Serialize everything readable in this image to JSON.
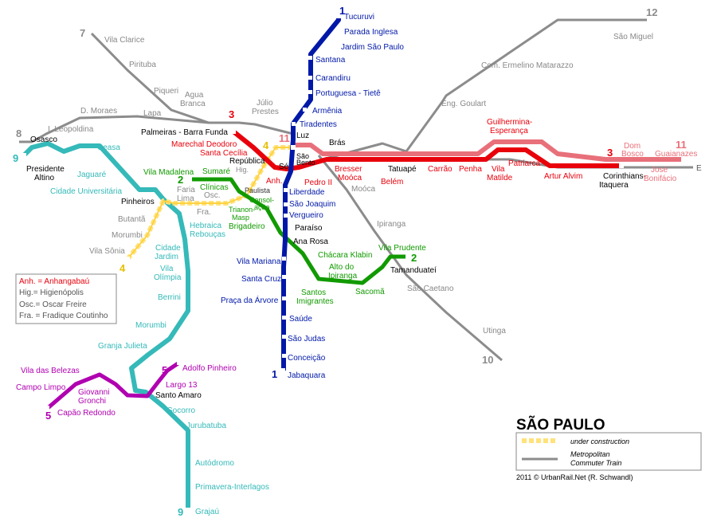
{
  "map": {
    "title": "SÃO PAULO",
    "credit": "2011 © UrbanRail.Net (R. Schwandl)",
    "legend": {
      "under_construction": "under construction",
      "commuter_train_1": "Metropolitan",
      "commuter_train_2": "Commuter Train"
    },
    "abbreviations": [
      "Anh. = Anhangabaú",
      "Hig.= Higienópolis",
      "Osc.= Oscar Freire",
      "Fra. = Fradique Coutinho"
    ],
    "colors": {
      "line1": "#0018a8",
      "line2": "#119a00",
      "line3": "#e8000b",
      "line4": "#ffe27a",
      "line5": "#b000b0",
      "line9": "#35b9b9",
      "line11": "#e8707a",
      "commuter": "#8c8c8c"
    },
    "line_numbers": {
      "l1_top": "1",
      "l1_bottom": "1",
      "l2_left": "2",
      "l2_right": "2",
      "l3_left": "3",
      "l3_right": "3",
      "l4_top": "4",
      "l4_bottom": "4",
      "l5_top": "5",
      "l5_bottom": "5",
      "l7": "7",
      "l8": "8",
      "l9_top": "9",
      "l9_bottom": "9",
      "l10": "10",
      "l11_top": "11",
      "l11_right": "11",
      "l12": "12",
      "east": "E"
    },
    "stations": {
      "tucuruvi": "Tucuruvi",
      "parada_inglesa": "Parada Inglesa",
      "jardim_sao_paulo": "Jardim São Paulo",
      "santana": "Santana",
      "carandiru": "Carandiru",
      "portuguesa": "Portuguesa - Tietê",
      "armenia": "Armênia",
      "tiradentes": "Tiradentes",
      "luz": "Luz",
      "sao_bento_1": "São",
      "sao_bento_2": "Bento",
      "se": "Sé",
      "liberdade": "Liberdade",
      "sao_joaquim": "São Joaquim",
      "vergueiro": "Vergueiro",
      "paraiso": "Paraíso",
      "ana_rosa": "Ana Rosa",
      "vila_mariana": "Vila Mariana",
      "santa_cruz": "Santa Cruz",
      "praca_arvore": "Praça da Árvore",
      "saude": "Saúde",
      "sao_judas": "São Judas",
      "conceicao": "Conceição",
      "jabaquara": "Jabaquara",
      "palmeiras": "Palmeiras - Barra Funda",
      "marechal": "Marechal Deodoro",
      "santa_cecilia": "Santa Cecília",
      "republica": "República",
      "anh": "Anh.",
      "pedro_ii": "Pedro II",
      "bras": "Brás",
      "bresser_1": "Bresser",
      "bresser_2": "Moóca",
      "belem": "Belém",
      "tatuape": "Tatuapé",
      "carrao": "Carrão",
      "penha": "Penha",
      "vila_matilde_1": "Vila",
      "vila_matilde_2": "Matilde",
      "guilhermina_1": "Guilhermina-",
      "guilhermina_2": "Esperança",
      "patriarca": "Patriarca",
      "artur_alvim": "Artur Alvim",
      "corinthians_1": "Corinthians-",
      "corinthians_2": "Itaquera",
      "dom_bosco_1": "Dom",
      "dom_bosco_2": "Bosco",
      "jose_bonifacio_1": "José",
      "jose_bonifacio_2": "Bonifácio",
      "guaianazes": "Guaianazes",
      "vila_madalena": "Vila Madalena",
      "sumare": "Sumaré",
      "clinicas": "Clínicas",
      "paulista": "Paulista",
      "consolacao_1": "Consol-",
      "consolacao_2": "ação",
      "trianon_1": "Trianon-",
      "trianon_2": "Masp",
      "brigadeiro": "Brigadeiro",
      "chacara_klabin": "Chácara Klabin",
      "alto_ipiranga_1": "Alto do",
      "alto_ipiranga_2": "Ipiranga",
      "santos_1": "Santos",
      "santos_2": "Imigrantes",
      "sacoma": "Sacomã",
      "tamanduatei": "Tamanduateí",
      "vila_prudente": "Vila Prudente",
      "hig": "Hig.",
      "faria_lima_1": "Faria",
      "faria_lima_2": "Lima",
      "osc": "Osc.",
      "fra": "Fra.",
      "butanta": "Butantã",
      "morumbi4": "Morumbi",
      "vila_sonia": "Vila Sônia",
      "osasco": "Osasco",
      "presidente_altino_1": "Presidente",
      "presidente_altino_2": "Altino",
      "ceasa": "Ceasa",
      "jaguare": "Jaguaré",
      "cidade_universitaria": "Cidade Universitária",
      "pinheiros": "Pinheiros",
      "hebraica_1": "Hebraica",
      "hebraica_2": "Rebouças",
      "cidade_jardim_1": "Cidade",
      "cidade_jardim_2": "Jardim",
      "vila_olimpia_1": "Vila",
      "vila_olimpia_2": "Olímpia",
      "berrini": "Berrini",
      "morumbi9": "Morumbi",
      "granja_julieta": "Granja Julieta",
      "santo_amaro": "Santo Amaro",
      "socorro": "Socorro",
      "jurubatuba": "Jurubatuba",
      "autodromo": "Autódromo",
      "primavera": "Primavera-Interlagos",
      "grajau": "Grajaú",
      "adolfo_pinheiro": "Adolfo Pinheiro",
      "largo13": "Largo 13",
      "vila_belezas": "Vila das Belezas",
      "campo_limpo": "Campo Limpo",
      "giovanni_1": "Giovanni",
      "giovanni_2": "Gronchi",
      "capao_redondo": "Capão Redondo",
      "vila_clarice": "Vila Clarice",
      "pirituba": "Pirituba",
      "piqueri": "Piqueri",
      "agua_branca_1": "Agua",
      "agua_branca_2": "Branca",
      "lapa": "Lapa",
      "d_moraes": "D. Moraes",
      "i_leopoldina": "I. Leopoldina",
      "julio_prestes_1": "Júlio",
      "julio_prestes_2": "Prestes",
      "mooca": "Moóca",
      "ipiranga": "Ipiranga",
      "sao_caetano": "São Caetano",
      "utinga": "Utinga",
      "com_ermelino": "Com. Ermelino Matarazzo",
      "eng_goulart": "Eng. Goulart",
      "sao_miguel": "São Miguel"
    }
  }
}
